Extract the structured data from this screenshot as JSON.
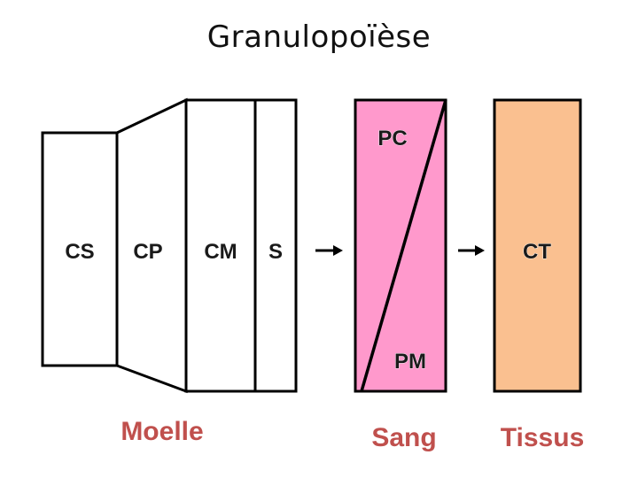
{
  "title": "Granulopoïèse",
  "compartments": {
    "cs": "CS",
    "cp": "CP",
    "cm": "CM",
    "s": "S",
    "pc": "PC",
    "pm": "PM",
    "ct": "CT"
  },
  "regions": {
    "moelle": "Moelle",
    "sang": "Sang",
    "tissus": "Tissus"
  },
  "colors": {
    "sang_fill": "#ff99cc",
    "tissus_fill": "#fac090",
    "region_label": "#c0504d",
    "stroke": "#000000"
  }
}
